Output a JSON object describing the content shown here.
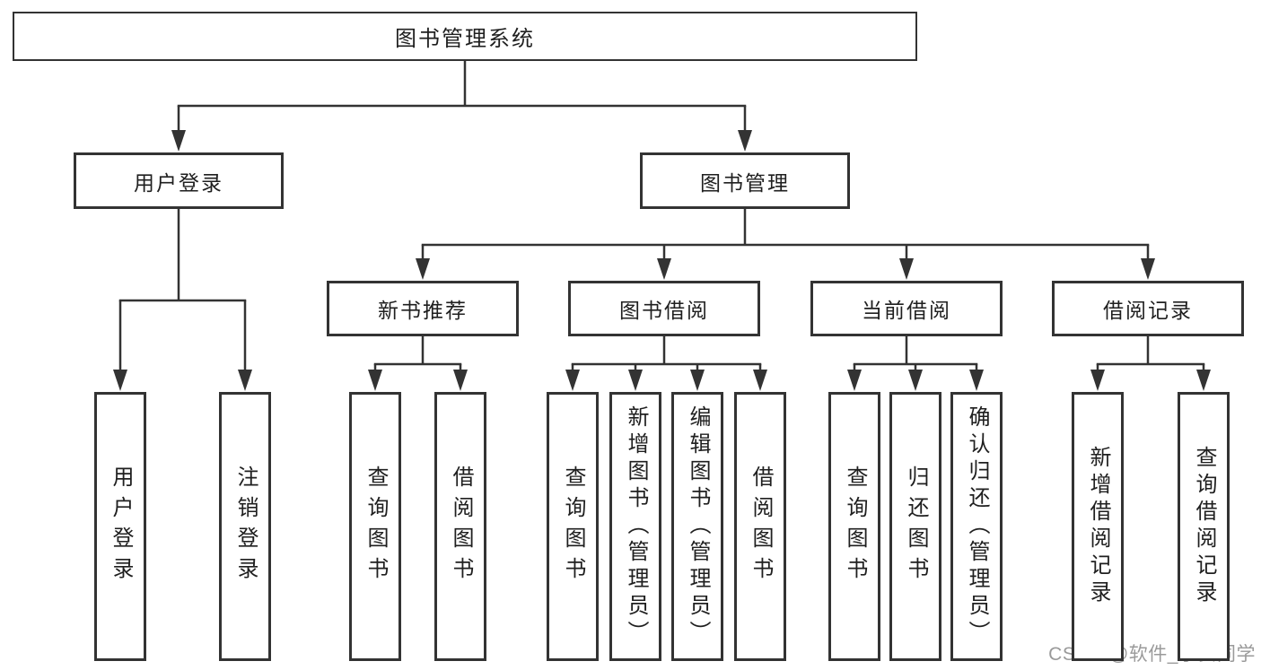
{
  "diagram": {
    "title": "图书管理系统",
    "watermark": "CSDN @软件_小贺同学",
    "colors": {
      "line": "#333333",
      "box_border": "#333333",
      "text": "#1f1f1f",
      "background": "#ffffff",
      "watermark": "#9a9a9a"
    },
    "nodes": [
      {
        "id": "root",
        "label": "图书管理系统",
        "level": 1,
        "parent": null
      },
      {
        "id": "user-login",
        "label": "用户登录",
        "level": 2,
        "parent": "root"
      },
      {
        "id": "book-mgmt",
        "label": "图书管理",
        "level": 2,
        "parent": "root"
      },
      {
        "id": "new-book-rec",
        "label": "新书推荐",
        "level": 3,
        "parent": "book-mgmt"
      },
      {
        "id": "book-borrow",
        "label": "图书借阅",
        "level": 3,
        "parent": "book-mgmt"
      },
      {
        "id": "current-borrow",
        "label": "当前借阅",
        "level": 3,
        "parent": "book-mgmt"
      },
      {
        "id": "borrow-records",
        "label": "借阅记录",
        "level": 3,
        "parent": "book-mgmt"
      },
      {
        "id": "leaf-user-login",
        "label": "用户登录",
        "level": 4,
        "parent": "user-login"
      },
      {
        "id": "leaf-logout",
        "label": "注销登录",
        "level": 4,
        "parent": "user-login"
      },
      {
        "id": "leaf-query-book-1",
        "label": "查询图书",
        "level": 4,
        "parent": "new-book-rec"
      },
      {
        "id": "leaf-borrow-book-1",
        "label": "借阅图书",
        "level": 4,
        "parent": "new-book-rec"
      },
      {
        "id": "leaf-query-book-2",
        "label": "查询图书",
        "level": 4,
        "parent": "book-borrow"
      },
      {
        "id": "leaf-add-book",
        "label": "新增图书（管理员）",
        "level": 4,
        "parent": "book-borrow"
      },
      {
        "id": "leaf-edit-book",
        "label": "编辑图书（管理员）",
        "level": 4,
        "parent": "book-borrow"
      },
      {
        "id": "leaf-borrow-book-2",
        "label": "借阅图书",
        "level": 4,
        "parent": "book-borrow"
      },
      {
        "id": "leaf-query-book-3",
        "label": "查询图书",
        "level": 4,
        "parent": "current-borrow"
      },
      {
        "id": "leaf-return-book",
        "label": "归还图书",
        "level": 4,
        "parent": "current-borrow"
      },
      {
        "id": "leaf-confirm-return",
        "label": "确认归还（管理员）",
        "level": 4,
        "parent": "current-borrow"
      },
      {
        "id": "leaf-add-record",
        "label": "新增借阅记录",
        "level": 4,
        "parent": "borrow-records"
      },
      {
        "id": "leaf-query-record",
        "label": "查询借阅记录",
        "level": 4,
        "parent": "borrow-records"
      }
    ]
  }
}
